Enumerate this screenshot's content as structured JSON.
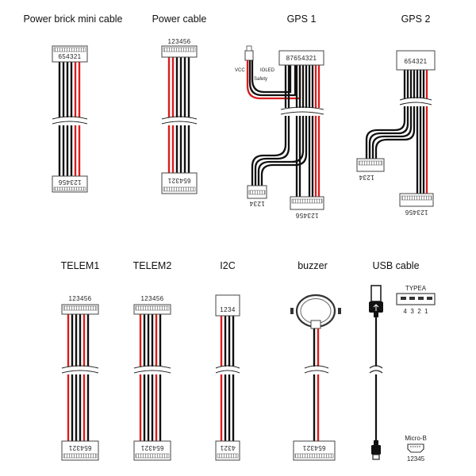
{
  "cables": [
    {
      "id": "power-brick-mini",
      "title": "Power brick mini cable",
      "top_pins": "654321",
      "bottom_pins": "123456"
    },
    {
      "id": "power",
      "title": "Power cable",
      "top_pins": "123456",
      "bottom_pins": "654321"
    },
    {
      "id": "gps1",
      "title": "GPS 1",
      "top_pins": "87654321",
      "bottom_left_pins": "1234",
      "bottom_right_pins": "123456",
      "labels": {
        "vcc": "VCC",
        "ioled": "IOLED",
        "safety": "Safety"
      }
    },
    {
      "id": "gps2",
      "title": "GPS 2",
      "top_pins": "654321",
      "bottom_left_pins": "1234",
      "bottom_right_pins": "123456"
    },
    {
      "id": "telem1",
      "title": "TELEM1",
      "top_pins": "123456",
      "bottom_pins": "654321"
    },
    {
      "id": "telem2",
      "title": "TELEM2",
      "top_pins": "123456",
      "bottom_pins": "654321"
    },
    {
      "id": "i2c",
      "title": "I2C",
      "top_pins": "1234",
      "bottom_pins": "4321"
    },
    {
      "id": "buzzer",
      "title": "buzzer",
      "bottom_pins": "654321"
    },
    {
      "id": "usb",
      "title": "USB cable",
      "typea": {
        "label": "TYPEA",
        "pins": "4  3  2  1"
      },
      "microb": {
        "label": "Micro-B",
        "pins": "12345"
      }
    }
  ],
  "colors": {
    "wire_black": "#111111",
    "wire_red": "#d91d1d",
    "connector": "#ffffff",
    "outline": "#444444"
  }
}
